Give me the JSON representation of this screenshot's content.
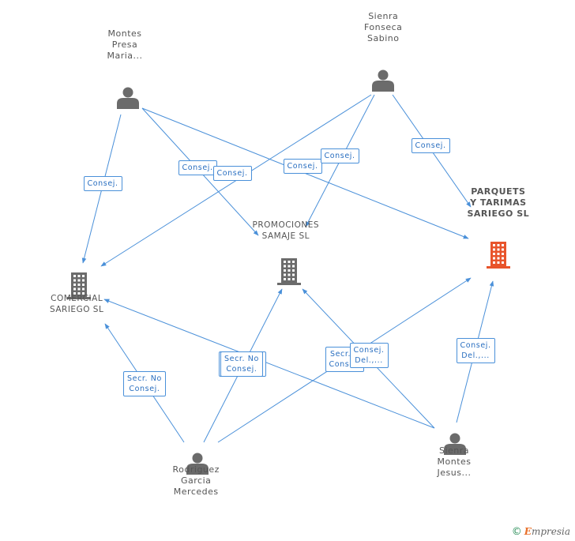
{
  "people": [
    {
      "name": "Montes\nPresa\nMaria..."
    },
    {
      "name": "Sienra\nFonseca\nSabino"
    },
    {
      "name": "Rodriguez\nGarcia\nMercedes"
    },
    {
      "name": "Sienra\nMontes\nJesus..."
    }
  ],
  "companies": [
    {
      "name": "PARQUETS\nY TARIMAS\nSARIEGO SL",
      "highlight": true,
      "color": "#e8542b"
    },
    {
      "name": "PROMOCIONES\nSAMAJE SL",
      "highlight": false,
      "color": "#6b6b6b"
    },
    {
      "name": "COMERCIAL\nSARIEGO SL",
      "highlight": false,
      "color": "#6b6b6b"
    }
  ],
  "edge_labels": [
    "Consej.",
    "Consej.",
    "Consej.",
    "Consej.",
    "Consej.",
    "Consej.",
    "Secr. No\nConsej.",
    "Consej. ,\nConsej....",
    "Secr. No\nConsej.",
    "Secr. Y\nConsej.",
    "Consej.\nDel.,...",
    "Consej.\nDel.,..."
  ],
  "colors": {
    "edge": "#4a90d9",
    "person_icon": "#6b6b6b"
  },
  "footer": {
    "symbol": "©",
    "brand_initial": "E",
    "brand_rest": "mpresia"
  }
}
